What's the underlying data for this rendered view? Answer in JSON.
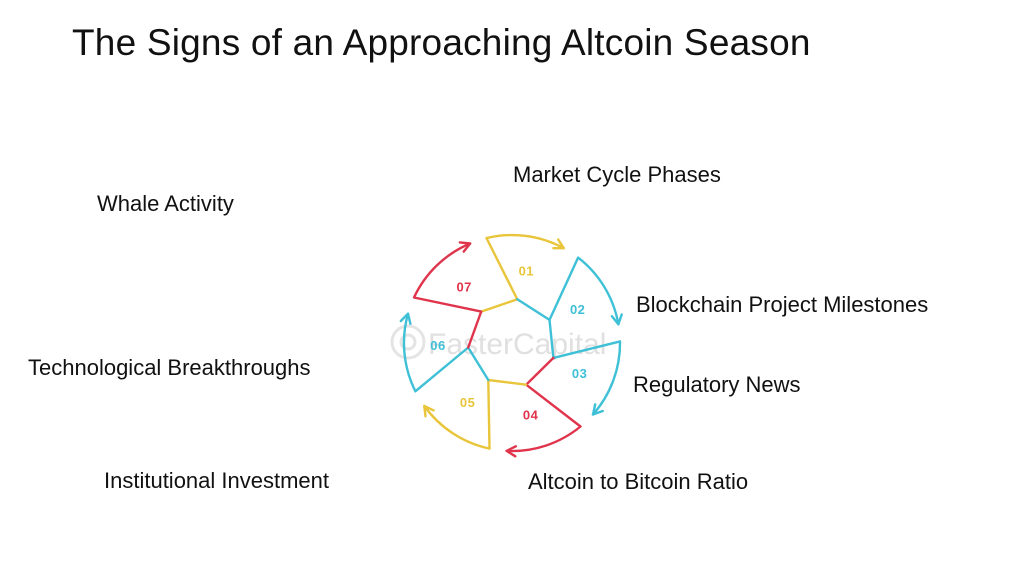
{
  "title": "The Signs of an Approaching Altcoin Season",
  "watermark": "FasterCapital",
  "colors": {
    "yellow": "#e8c53a",
    "cyan": "#3ec0d6",
    "red": "#e0344c"
  },
  "segments": [
    {
      "number": "01",
      "label": "Market Cycle Phases",
      "color": "yellow"
    },
    {
      "number": "02",
      "label": "Blockchain Project Milestones",
      "color": "cyan"
    },
    {
      "number": "03",
      "label": "Regulatory News",
      "color": "cyan"
    },
    {
      "number": "04",
      "label": "Altcoin to Bitcoin Ratio",
      "color": "red"
    },
    {
      "number": "05",
      "label": "Institutional Investment",
      "color": "yellow"
    },
    {
      "number": "06",
      "label": "Technological Breakthroughs",
      "color": "cyan"
    },
    {
      "number": "07",
      "label": "Whale Activity",
      "color": "red"
    }
  ]
}
